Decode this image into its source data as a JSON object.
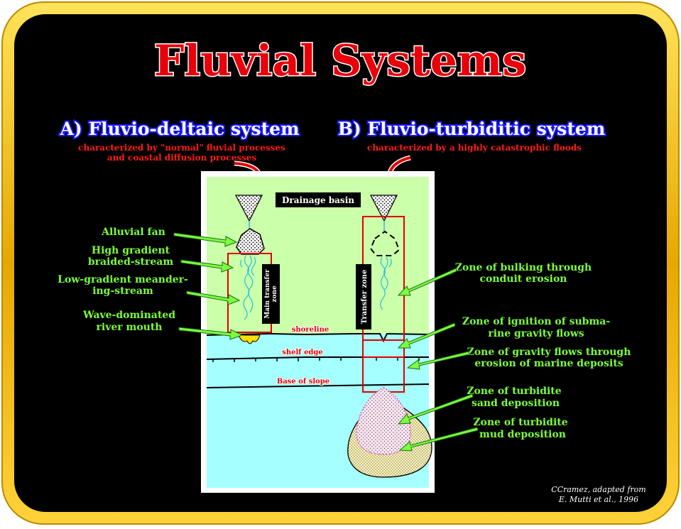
{
  "title": "Fluvial Systems",
  "panel_a": {
    "heading": "A) Fluvio-deltaic system",
    "caption_line1": "characterized by \"normal\" fluvial processes",
    "caption_line2": "and coastal diffusion processes"
  },
  "panel_b": {
    "heading": "B) Fluvio-turbiditic system",
    "caption_line1": "characterized by a highly catastrophic floods"
  },
  "diagram": {
    "drainage_basin": "Drainage basin",
    "main_transfer_zone_line1": "Main transfer",
    "main_transfer_zone_line2": "zone",
    "transfer_zone": "Transfer zone",
    "shoreline": "shoreline",
    "shelf_edge": "shelf edge",
    "base_of_slope": "Base of slope"
  },
  "left_labels": {
    "alluvial_fan": "Alluvial fan",
    "high_gradient_line1": "High gradient",
    "high_gradient_line2": "braided-stream",
    "low_gradient_line1": "Low-gradient meander-",
    "low_gradient_line2": "ing-stream",
    "wave_dominated_line1": "Wave-dominated",
    "wave_dominated_line2": "river mouth"
  },
  "right_labels": {
    "bulking_line1": "Zone of bulking through",
    "bulking_line2": "conduit erosion",
    "ignition_line1": "Zone of ignition of subma-",
    "ignition_line2": "rine gravity flows",
    "gravity_line1": "Zone of gravity flows through",
    "gravity_line2": "erosion of marine deposits",
    "sand_line1": "Zone of turbidite",
    "sand_line2": "sand deposition",
    "mud_line1": "Zone of turbidite",
    "mud_line2": "mud deposition"
  },
  "credit": {
    "line1": "CCramez, adapted from",
    "line2": "E. Mutti et al., 1996"
  },
  "colors": {
    "frame_gold": "#F2C200",
    "background": "#000000",
    "title_red": "#E8000A",
    "heading_blue": "#1818FF",
    "caption_red": "#FF1A1A",
    "label_green": "#7CFF3C",
    "land": "#CCFFAA",
    "sea": "#A6FFFF",
    "box_red": "#E00000"
  }
}
